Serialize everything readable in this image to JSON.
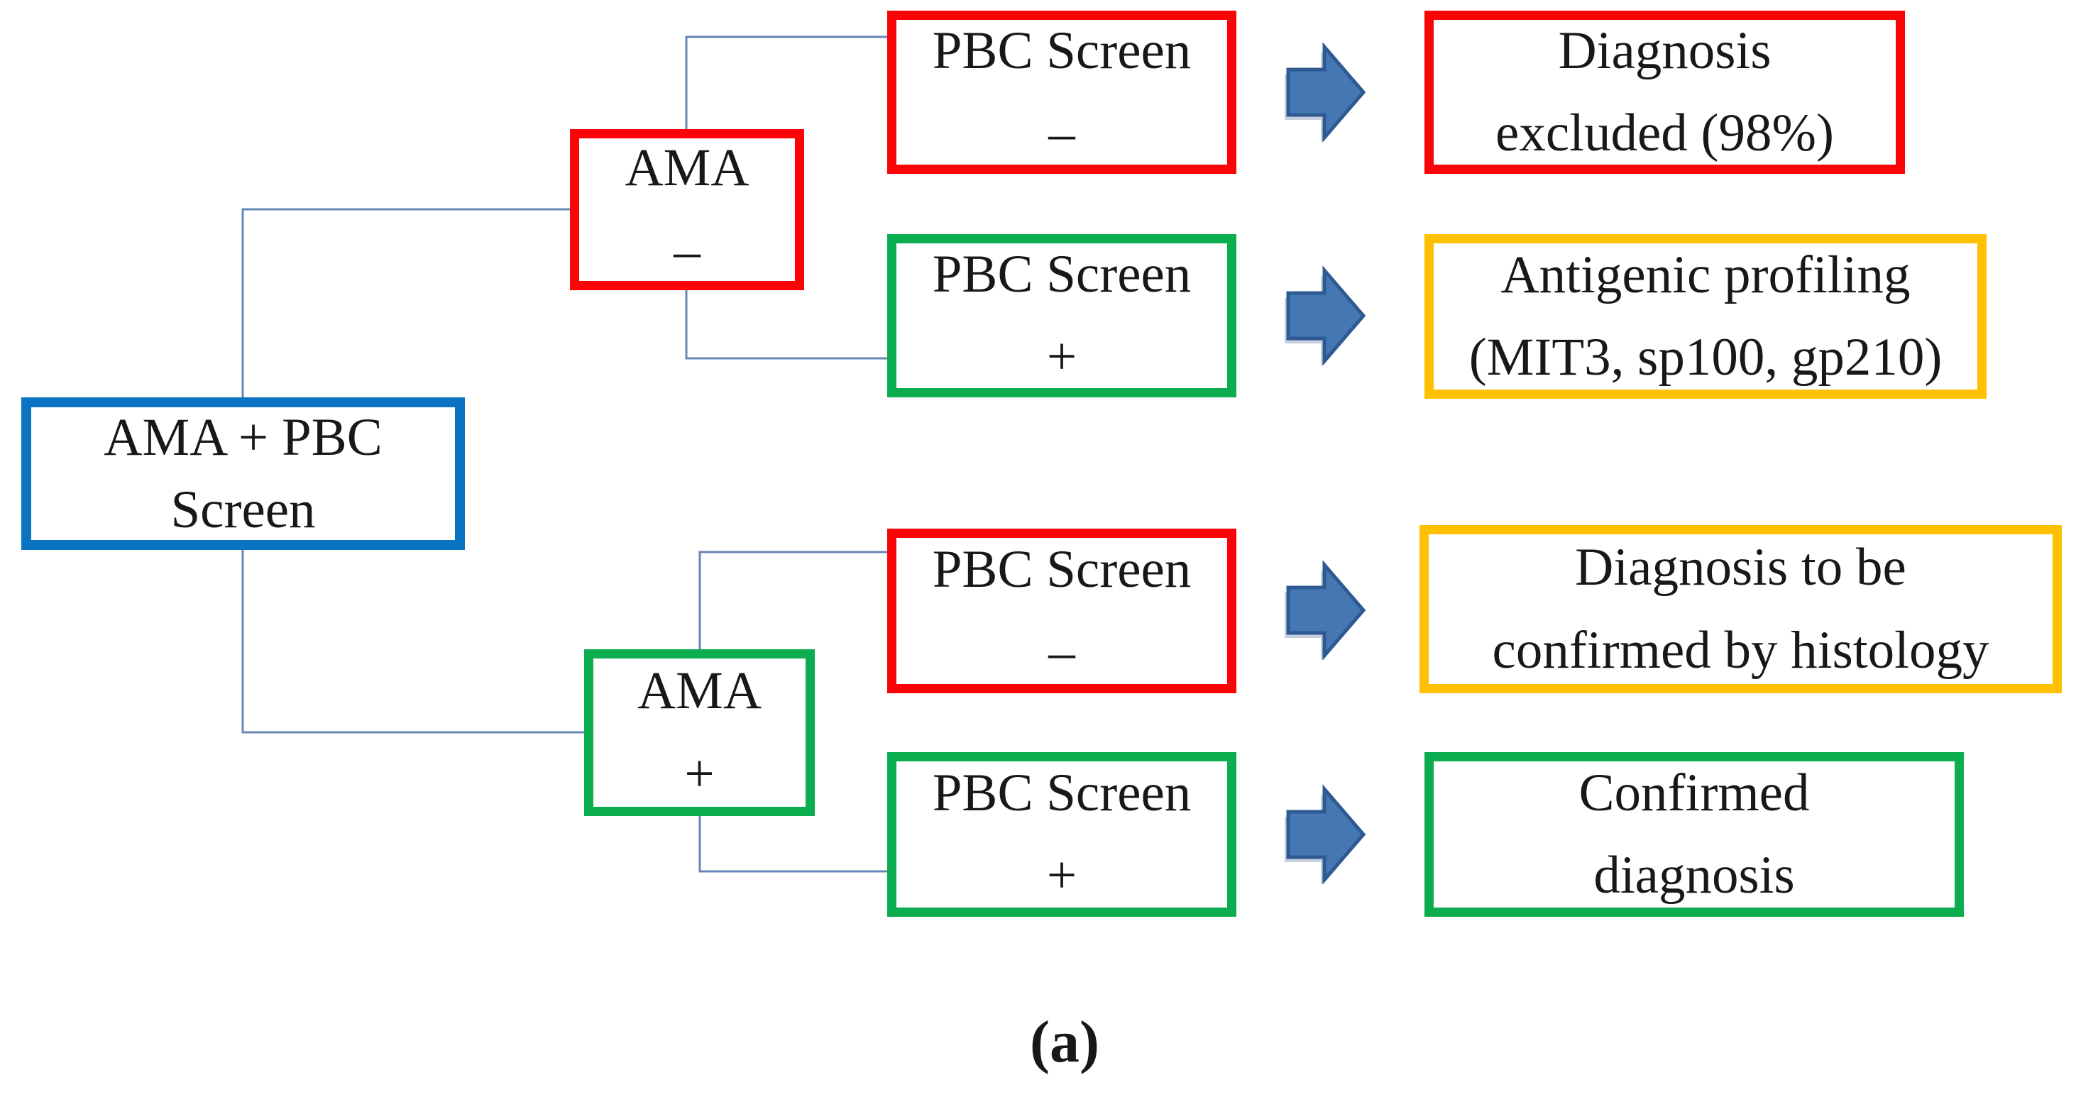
{
  "figure": {
    "caption": "(a)"
  },
  "colors": {
    "root_border": "#0a73c2",
    "negative": "#fa0407",
    "positive": "#0bad4f",
    "warning": "#ffc000",
    "connector": "#6687b6",
    "arrow_fill": "#4577b3",
    "arrow_stroke": "#2d5a92",
    "text": "#181818"
  },
  "nodes": {
    "root": {
      "line1": "AMA + PBC",
      "line2": "Screen"
    },
    "ama_negative": {
      "line1": "AMA",
      "line2": "–"
    },
    "ama_positive": {
      "line1": "AMA",
      "line2": "+"
    },
    "pbc_screen_negative_upper": {
      "line1": "PBC Screen",
      "line2": "–"
    },
    "pbc_screen_positive_upper": {
      "line1": "PBC Screen",
      "line2": "+"
    },
    "pbc_screen_negative_lower": {
      "line1": "PBC Screen",
      "line2": "–"
    },
    "pbc_screen_positive_lower": {
      "line1": "PBC Screen",
      "line2": "+"
    },
    "outcome_excluded": {
      "line1": "Diagnosis",
      "line2": "excluded (98%)"
    },
    "outcome_antigenic_profiling": {
      "line1": "Antigenic profiling",
      "line2": "(MIT3, sp100, gp210)"
    },
    "outcome_histology": {
      "line1": "Diagnosis to be",
      "line2": "confirmed by histology"
    },
    "outcome_confirmed": {
      "line1": "Confirmed",
      "line2": "diagnosis"
    }
  }
}
